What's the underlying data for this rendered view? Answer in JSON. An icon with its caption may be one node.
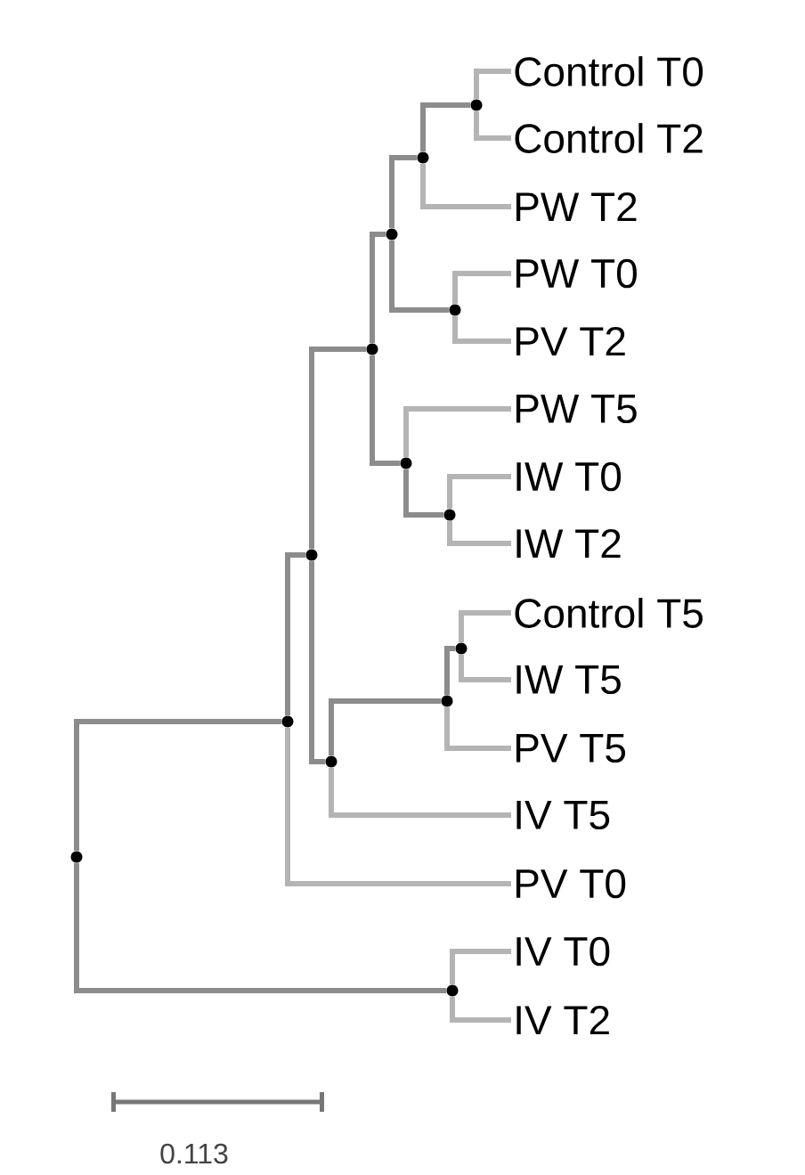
{
  "diagram": {
    "nodes": [
      {
        "text": [
          "Control T0"
        ]
      },
      {
        "text": [
          "Control T2"
        ]
      },
      {
        "text": [
          "PW T2"
        ]
      },
      {
        "text": [
          "PW T0"
        ]
      },
      {
        "text": [
          "PV T2"
        ]
      },
      {
        "text": [
          "PW T5"
        ]
      },
      {
        "text": [
          "IW T0"
        ]
      },
      {
        "text": [
          "IW T2"
        ]
      },
      {
        "text": [
          "Control T5"
        ]
      },
      {
        "text": [
          "IW T5"
        ]
      },
      {
        "text": [
          "PV T5"
        ]
      },
      {
        "text": [
          "IV T5"
        ]
      },
      {
        "text": [
          "PV T0"
        ]
      },
      {
        "text": [
          "IV T0"
        ]
      },
      {
        "text": [
          "IV T2"
        ]
      },
      {
        "text": [],
        "shape": "circle"
      },
      {
        "text": [],
        "shape": "circle"
      },
      {
        "text": [],
        "shape": "circle"
      },
      {
        "text": [],
        "shape": "circle"
      },
      {
        "text": [],
        "shape": "circle"
      },
      {
        "text": [],
        "shape": "circle"
      },
      {
        "text": [],
        "shape": "circle"
      },
      {
        "text": [],
        "shape": "circle"
      },
      {
        "text": [],
        "shape": "circle"
      },
      {
        "text": [],
        "shape": "circle"
      },
      {
        "text": [],
        "shape": "circle"
      },
      {
        "text": [],
        "shape": "circle"
      },
      {
        "text": [],
        "shape": "circle"
      },
      {
        "text": [],
        "shape": "circle"
      }
    ],
    "edges": [
      {
        "from": 15,
        "to": 0,
        "arrow": "none"
      },
      {
        "from": 15,
        "to": 1,
        "arrow": "none"
      },
      {
        "from": 16,
        "to": 15,
        "arrow": "none",
        "color": "#8c8c8c"
      },
      {
        "from": 16,
        "to": 2,
        "arrow": "none"
      },
      {
        "from": 17,
        "to": 16,
        "arrow": "none",
        "color": "#8c8c8c"
      },
      {
        "from": 17,
        "to": 18,
        "arrow": "none",
        "color": "#8c8c8c"
      },
      {
        "from": 18,
        "to": 3,
        "arrow": "none"
      },
      {
        "from": 18,
        "to": 4,
        "arrow": "none"
      },
      {
        "from": 19,
        "to": 17,
        "arrow": "none",
        "color": "#8c8c8c"
      },
      {
        "from": 19,
        "to": 20,
        "arrow": "none",
        "color": "#8c8c8c"
      },
      {
        "from": 20,
        "to": 5,
        "arrow": "none"
      },
      {
        "from": 20,
        "to": 21,
        "arrow": "none",
        "color": "#8c8c8c"
      },
      {
        "from": 21,
        "to": 6,
        "arrow": "none"
      },
      {
        "from": 21,
        "to": 7,
        "arrow": "none"
      },
      {
        "from": 22,
        "to": 19,
        "arrow": "none",
        "color": "#8c8c8c"
      },
      {
        "from": 22,
        "to": 26,
        "arrow": "none",
        "color": "#8c8c8c"
      },
      {
        "from": 23,
        "to": 8,
        "arrow": "none"
      },
      {
        "from": 23,
        "to": 9,
        "arrow": "none"
      },
      {
        "from": 24,
        "to": 23,
        "arrow": "none",
        "color": "#8c8c8c"
      },
      {
        "from": 24,
        "to": 10,
        "arrow": "none"
      },
      {
        "from": 26,
        "to": 24,
        "arrow": "none",
        "color": "#8c8c8c"
      },
      {
        "from": 26,
        "to": 11,
        "arrow": "none"
      },
      {
        "from": 25,
        "to": 22,
        "arrow": "none",
        "color": "#8c8c8c"
      },
      {
        "from": 25,
        "to": 12,
        "arrow": "none"
      },
      {
        "from": 28,
        "to": 13,
        "arrow": "none"
      },
      {
        "from": 28,
        "to": 14,
        "arrow": "none"
      },
      {
        "from": 27,
        "to": 25,
        "arrow": "none",
        "color": "#8c8c8c"
      },
      {
        "from": 27,
        "to": 28,
        "arrow": "none",
        "color": "#8c8c8c"
      }
    ],
    "labels": [
      "0.113"
    ]
  }
}
